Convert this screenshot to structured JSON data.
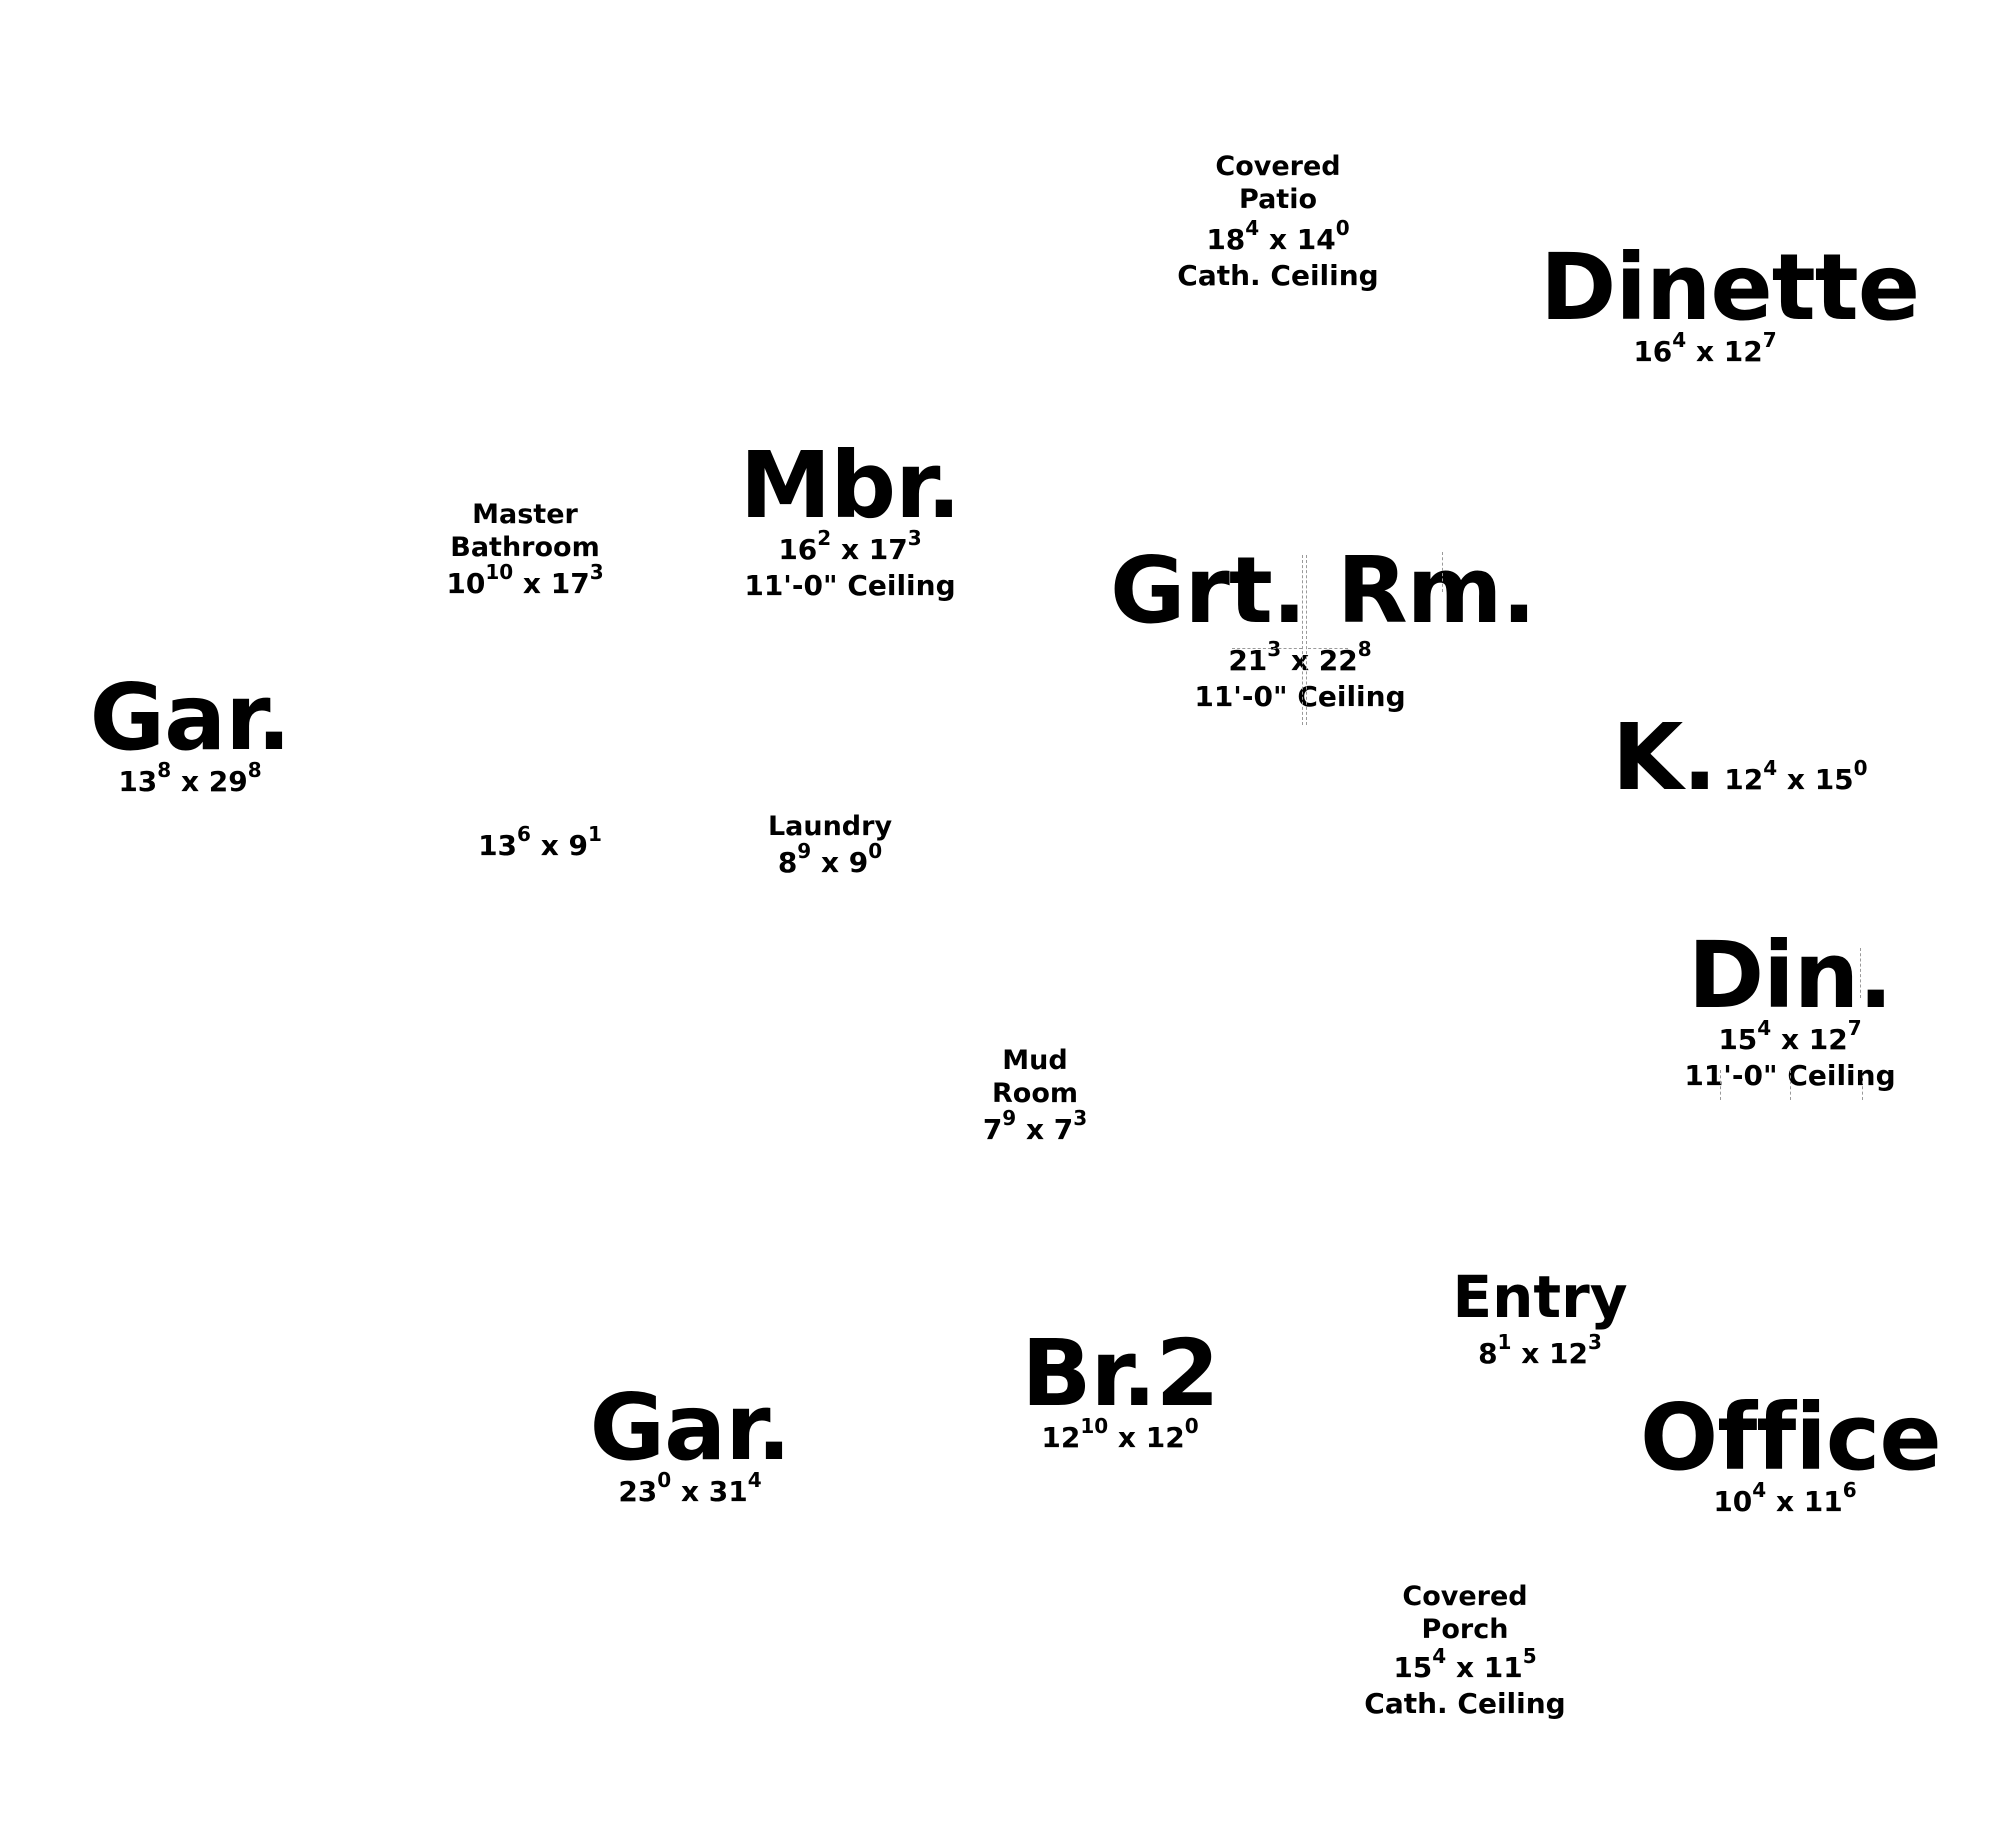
{
  "rooms": {
    "covered_patio": {
      "name_line1": "Covered",
      "name_line2": "Patio",
      "dim_w": "18",
      "dim_w_in": "4",
      "dim_x": "x",
      "dim_h": "14",
      "dim_h_in": "0",
      "note": "Cath. Ceiling"
    },
    "dinette": {
      "name": "Dinette",
      "dim_w": "16",
      "dim_w_in": "4",
      "dim_x": "x",
      "dim_h": "12",
      "dim_h_in": "7"
    },
    "master_bathroom": {
      "name_line1": "Master",
      "name_line2": "Bathroom",
      "dim_w": "10",
      "dim_w_in": "10",
      "dim_x": "x",
      "dim_h": "17",
      "dim_h_in": "3"
    },
    "mbr": {
      "name": "Mbr.",
      "dim_w": "16",
      "dim_w_in": "2",
      "dim_x": "x",
      "dim_h": "17",
      "dim_h_in": "3",
      "note": "11'-0\" Ceiling"
    },
    "grt_rm": {
      "name": "Grt. Rm.",
      "dim_w": "21",
      "dim_w_in": "3",
      "dim_x": "x",
      "dim_h": "22",
      "dim_h_in": "8",
      "note": "11'-0\" Ceiling"
    },
    "gar_left": {
      "name": "Gar.",
      "dim_w": "13",
      "dim_w_in": "8",
      "dim_x": "x",
      "dim_h": "29",
      "dim_h_in": "8"
    },
    "kitchen": {
      "name": "K.",
      "dim_w": "12",
      "dim_w_in": "4",
      "dim_x": "x",
      "dim_h": "15",
      "dim_h_in": "0"
    },
    "unlabeled_room": {
      "dim_w": "13",
      "dim_w_in": "6",
      "dim_x": "x",
      "dim_h": "9",
      "dim_h_in": "1"
    },
    "laundry": {
      "name": "Laundry",
      "dim_w": "8",
      "dim_w_in": "9",
      "dim_x": "x",
      "dim_h": "9",
      "dim_h_in": "0"
    },
    "din": {
      "name": "Din.",
      "dim_w": "15",
      "dim_w_in": "4",
      "dim_x": "x",
      "dim_h": "12",
      "dim_h_in": "7",
      "note": "11'-0\" Ceiling"
    },
    "mud_room": {
      "name_line1": "Mud",
      "name_line2": "Room",
      "dim_w": "7",
      "dim_w_in": "9",
      "dim_x": "x",
      "dim_h": "7",
      "dim_h_in": "3"
    },
    "entry": {
      "name": "Entry",
      "dim_w": "8",
      "dim_w_in": "1",
      "dim_x": "x",
      "dim_h": "12",
      "dim_h_in": "3"
    },
    "br2": {
      "name": "Br.2",
      "dim_w": "12",
      "dim_w_in": "10",
      "dim_x": "x",
      "dim_h": "12",
      "dim_h_in": "0"
    },
    "gar_bottom": {
      "name": "Gar.",
      "dim_w": "23",
      "dim_w_in": "0",
      "dim_x": "x",
      "dim_h": "31",
      "dim_h_in": "4"
    },
    "office": {
      "name": "Office",
      "dim_w": "10",
      "dim_w_in": "4",
      "dim_x": "x",
      "dim_h": "11",
      "dim_h_in": "6"
    },
    "covered_porch": {
      "name_line1": "Covered",
      "name_line2": "Porch",
      "dim_w": "15",
      "dim_w_in": "4",
      "dim_x": "x",
      "dim_h": "11",
      "dim_h_in": "5",
      "note": "Cath. Ceiling"
    }
  },
  "colors": {
    "text": "#000000",
    "background": "#ffffff",
    "guide": "#9a9a9a"
  }
}
